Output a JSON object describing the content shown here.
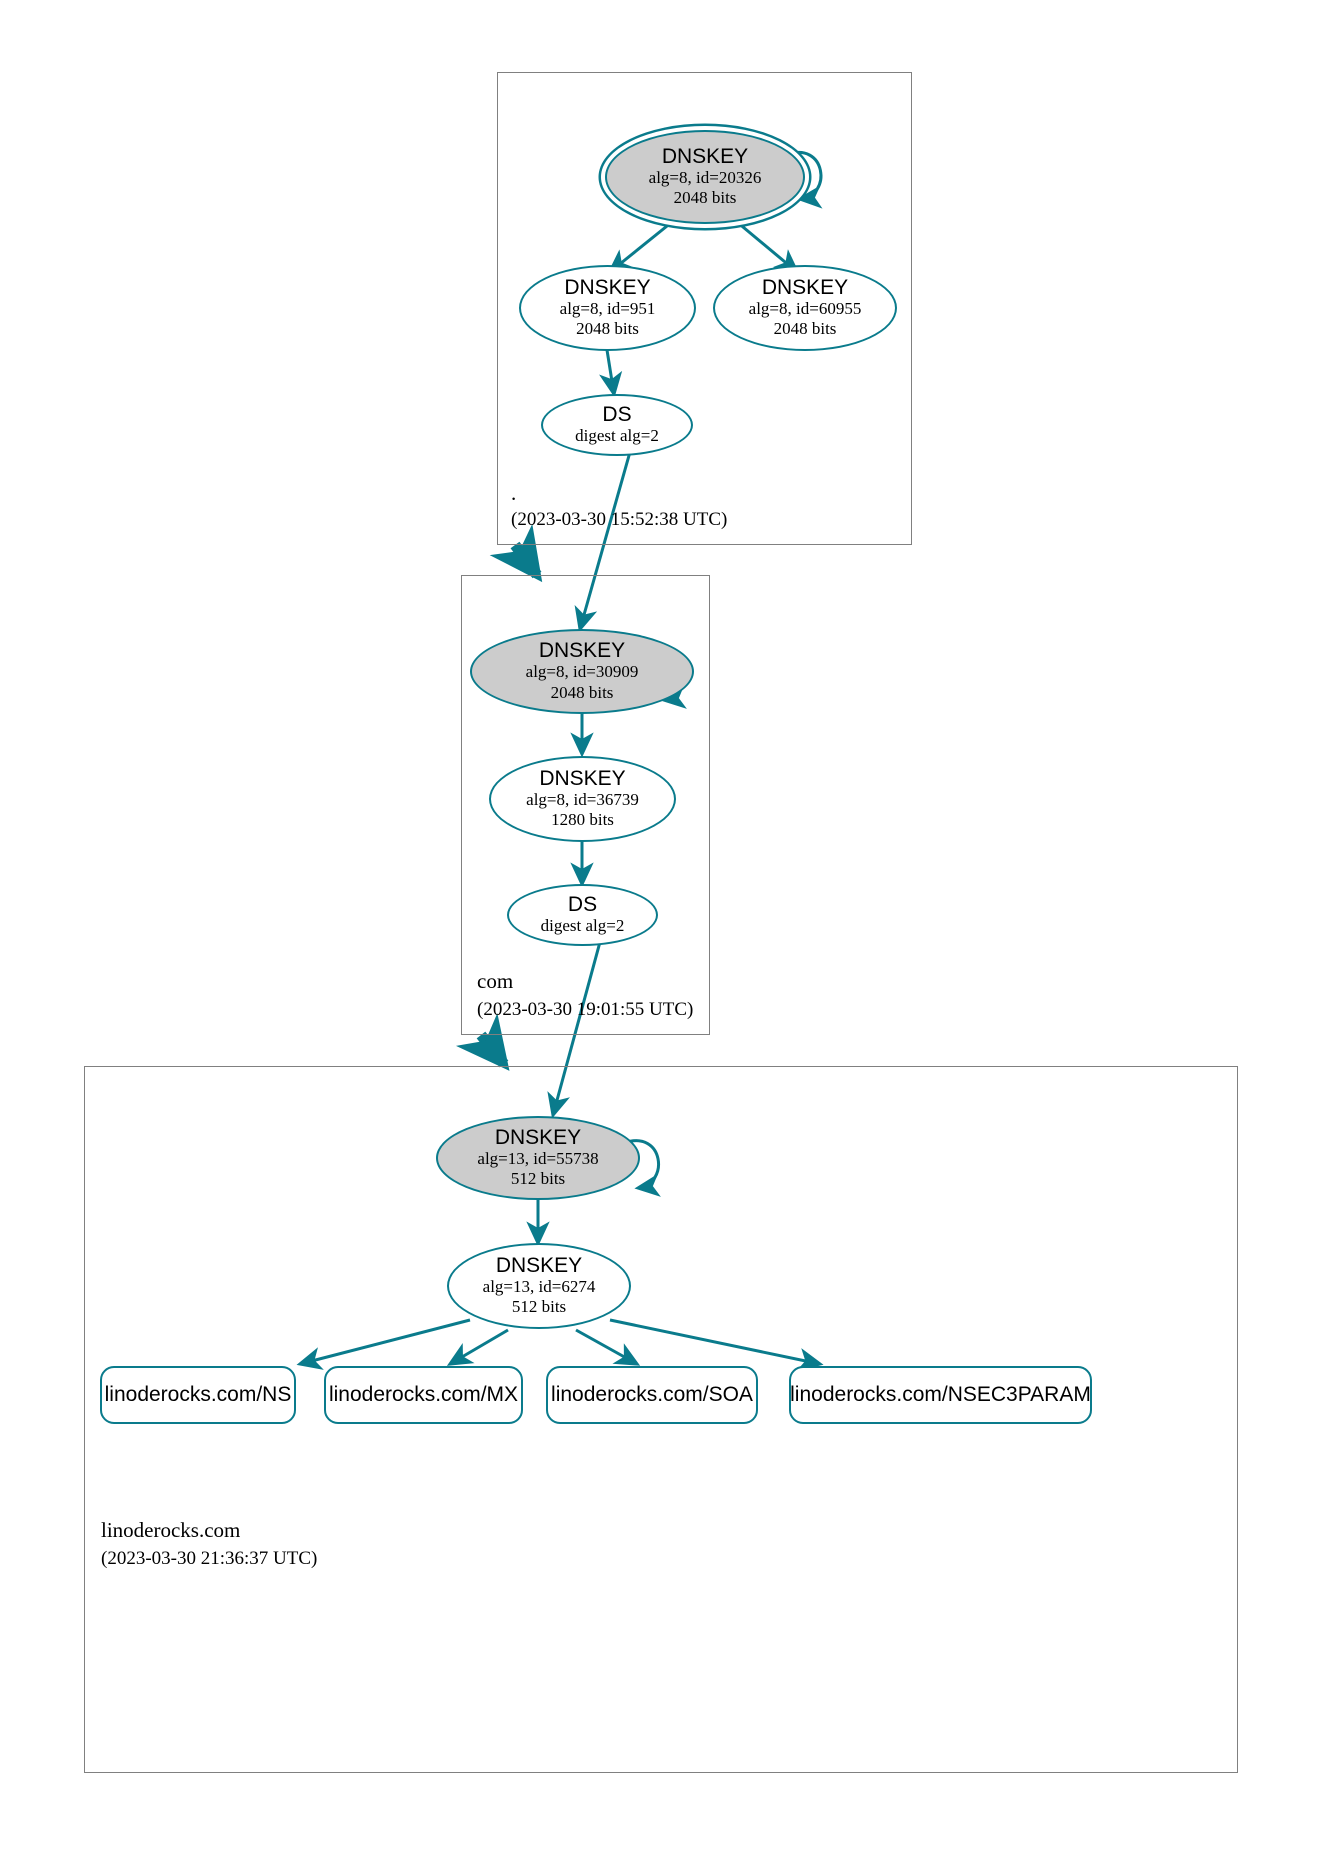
{
  "diagram": {
    "type": "dnssec-chain-of-trust",
    "colors": {
      "edge": "#0a7b8c",
      "node_stroke": "#0a7b8c",
      "secure_key_fill": "#cccccc",
      "zone_border": "#808080",
      "text": "#000000",
      "background": "#ffffff"
    }
  },
  "zones": [
    {
      "id": "root",
      "label": ".",
      "timestamp": "(2023-03-30 15:52:38 UTC)",
      "nodes": [
        {
          "id": "root-ksk",
          "kind": "DNSKEY",
          "title": "DNSKEY",
          "line1": "alg=8, id=20326",
          "line2": "2048 bits",
          "trust_anchor": true,
          "secure": true,
          "self_sign": true
        },
        {
          "id": "root-zsk-951",
          "kind": "DNSKEY",
          "title": "DNSKEY",
          "line1": "alg=8, id=951",
          "line2": "2048 bits",
          "trust_anchor": false,
          "secure": false,
          "self_sign": false
        },
        {
          "id": "root-zsk-60955",
          "kind": "DNSKEY",
          "title": "DNSKEY",
          "line1": "alg=8, id=60955",
          "line2": "2048 bits",
          "trust_anchor": false,
          "secure": false,
          "self_sign": false
        },
        {
          "id": "root-ds",
          "kind": "DS",
          "title": "DS",
          "line1": "digest alg=2",
          "line2": "",
          "trust_anchor": false,
          "secure": false,
          "self_sign": false
        }
      ]
    },
    {
      "id": "com",
      "label": "com",
      "timestamp": "(2023-03-30 19:01:55 UTC)",
      "nodes": [
        {
          "id": "com-ksk",
          "kind": "DNSKEY",
          "title": "DNSKEY",
          "line1": "alg=8, id=30909",
          "line2": "2048 bits",
          "trust_anchor": false,
          "secure": true,
          "self_sign": true
        },
        {
          "id": "com-zsk",
          "kind": "DNSKEY",
          "title": "DNSKEY",
          "line1": "alg=8, id=36739",
          "line2": "1280 bits",
          "trust_anchor": false,
          "secure": false,
          "self_sign": false
        },
        {
          "id": "com-ds",
          "kind": "DS",
          "title": "DS",
          "line1": "digest alg=2",
          "line2": "",
          "trust_anchor": false,
          "secure": false,
          "self_sign": false
        }
      ]
    },
    {
      "id": "linoderocks",
      "label": "linoderocks.com",
      "timestamp": "(2023-03-30 21:36:37 UTC)",
      "nodes": [
        {
          "id": "lr-ksk",
          "kind": "DNSKEY",
          "title": "DNSKEY",
          "line1": "alg=13, id=55738",
          "line2": "512 bits",
          "trust_anchor": false,
          "secure": true,
          "self_sign": true
        },
        {
          "id": "lr-zsk",
          "kind": "DNSKEY",
          "title": "DNSKEY",
          "line1": "alg=13, id=6274",
          "line2": "512 bits",
          "trust_anchor": false,
          "secure": false,
          "self_sign": false
        }
      ],
      "rrsets": [
        {
          "id": "rr-ns",
          "label": "linoderocks.com/NS"
        },
        {
          "id": "rr-mx",
          "label": "linoderocks.com/MX"
        },
        {
          "id": "rr-soa",
          "label": "linoderocks.com/SOA"
        },
        {
          "id": "rr-nsec3param",
          "label": "linoderocks.com/NSEC3PARAM"
        }
      ]
    }
  ]
}
